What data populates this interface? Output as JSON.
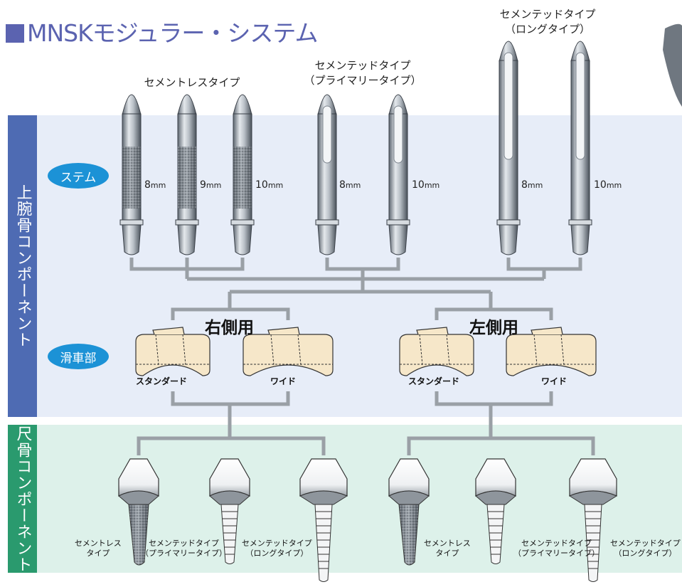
{
  "title": "MNSKモジュラー・システム",
  "colors": {
    "upper_band": "#e7edf8",
    "lower_band": "#ddf1ea",
    "upper_label_bg": "#4e6bb3",
    "lower_label_bg": "#2a9a6e",
    "oval": "#1c92d6",
    "connector": "#9aa0a6",
    "trochlea_fill": "#f6e7c9"
  },
  "sections": {
    "upper": "上腕骨コンポーネント",
    "lower": "尺骨コンポーネント"
  },
  "stem_groups": [
    {
      "name": "セメントレスタイプ",
      "sizes": [
        "8",
        "9",
        "10"
      ]
    },
    {
      "name": "セメンテッドタイプ\n（プライマリータイプ）",
      "sizes": [
        "8",
        "10"
      ]
    },
    {
      "name": "セメンテッドタイプ\n（ロングタイプ）",
      "sizes": [
        "8",
        "10"
      ]
    }
  ],
  "size_unit": "mm",
  "ovals": {
    "stem": "ステム",
    "trochlea": "滑車部"
  },
  "sides": {
    "right": "右側用",
    "left": "左側用"
  },
  "trochlea_labels": {
    "standard": "スタンダード",
    "wide": "ワイド"
  },
  "ulna_labels": {
    "cementless": "セメントレス\nタイプ",
    "primary": "セメンテッドタイプ\n（プライマリータイプ）",
    "long": "セメンテッドタイプ\n（ロングタイプ）"
  }
}
